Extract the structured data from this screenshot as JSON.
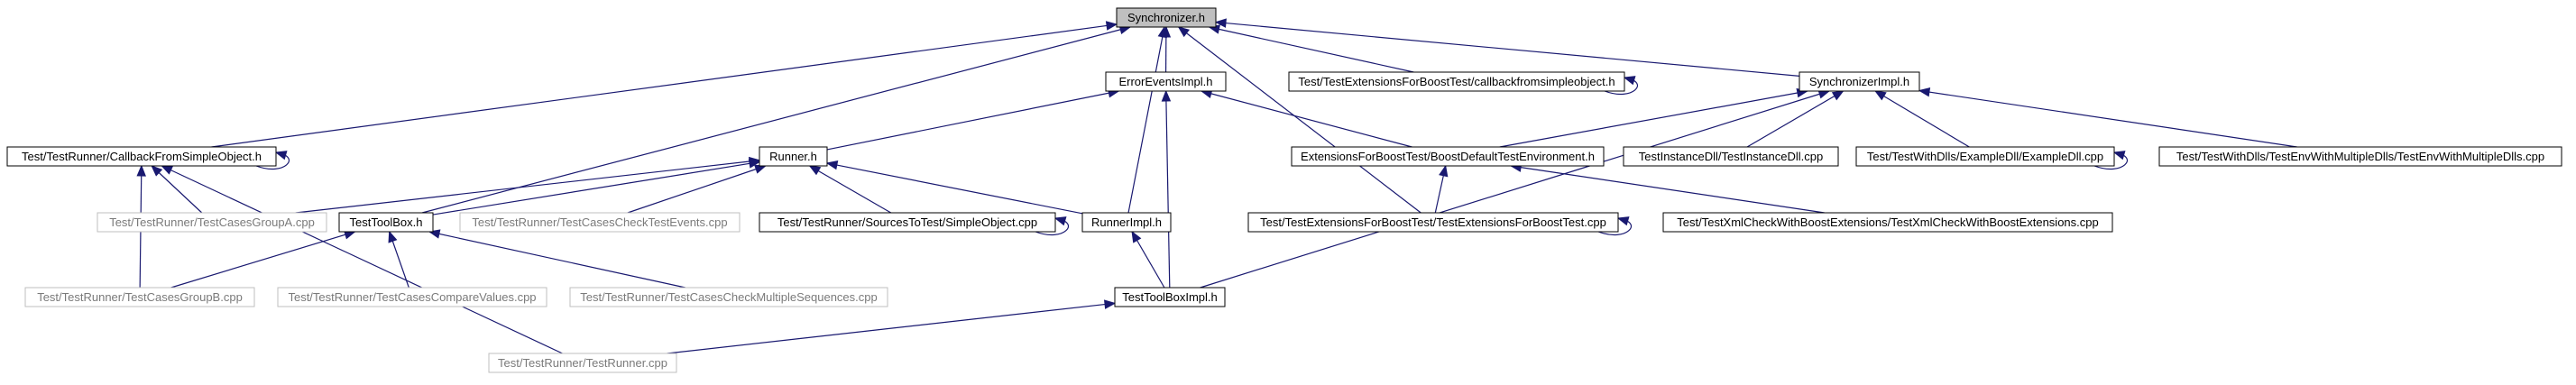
{
  "diagram": {
    "nodes": [
      {
        "id": "sync",
        "label": "Synchronizer.h",
        "style": "root"
      },
      {
        "id": "errevents",
        "label": "ErrorEventsImpl.h",
        "style": "normal"
      },
      {
        "id": "cbobj",
        "label": "Test/TestExtensionsForBoostTest/callbackfromsimpleobject.h",
        "style": "normal"
      },
      {
        "id": "syncimpl",
        "label": "SynchronizerImpl.h",
        "style": "normal"
      },
      {
        "id": "cbsimple",
        "label": "Test/TestRunner/CallbackFromSimpleObject.h",
        "style": "normal"
      },
      {
        "id": "runner",
        "label": "Runner.h",
        "style": "normal"
      },
      {
        "id": "boostenv",
        "label": "ExtensionsForBoostTest/BoostDefaultTestEnvironment.h",
        "style": "normal"
      },
      {
        "id": "instdll",
        "label": "TestInstanceDll/TestInstanceDll.cpp",
        "style": "normal"
      },
      {
        "id": "exdll",
        "label": "Test/TestWithDlls/ExampleDll/ExampleDll.cpp",
        "style": "normal"
      },
      {
        "id": "envmulti",
        "label": "Test/TestWithDlls/TestEnvWithMultipleDlls/TestEnvWithMultipleDlls.cpp",
        "style": "normal"
      },
      {
        "id": "groupA",
        "label": "Test/TestRunner/TestCasesGroupA.cpp",
        "style": "leaf"
      },
      {
        "id": "toolbox",
        "label": "TestToolBox.h",
        "style": "normal"
      },
      {
        "id": "checkevents",
        "label": "Test/TestRunner/TestCasesCheckTestEvents.cpp",
        "style": "leaf"
      },
      {
        "id": "simpleobj",
        "label": "Test/TestRunner/SourcesToTest/SimpleObject.cpp",
        "style": "normal"
      },
      {
        "id": "runnerimpl",
        "label": "RunnerImpl.h",
        "style": "normal"
      },
      {
        "id": "extboost",
        "label": "Test/TestExtensionsForBoostTest/TestExtensionsForBoostTest.cpp",
        "style": "normal"
      },
      {
        "id": "xmlcheck",
        "label": "Test/TestXmlCheckWithBoostExtensions/TestXmlCheckWithBoostExtensions.cpp",
        "style": "normal"
      },
      {
        "id": "groupB",
        "label": "Test/TestRunner/TestCasesGroupB.cpp",
        "style": "leaf"
      },
      {
        "id": "compare",
        "label": "Test/TestRunner/TestCasesCompareValues.cpp",
        "style": "leaf"
      },
      {
        "id": "multiseq",
        "label": "Test/TestRunner/TestCasesCheckMultipleSequences.cpp",
        "style": "leaf"
      },
      {
        "id": "toolboximpl",
        "label": "TestToolBoxImpl.h",
        "style": "normal"
      },
      {
        "id": "testrunner",
        "label": "Test/TestRunner/TestRunner.cpp",
        "style": "leaf"
      }
    ],
    "edges": [
      {
        "from": "errevents",
        "to": "sync"
      },
      {
        "from": "cbobj",
        "to": "sync"
      },
      {
        "from": "syncimpl",
        "to": "sync"
      },
      {
        "from": "cbsimple",
        "to": "sync"
      },
      {
        "from": "toolbox",
        "to": "sync"
      },
      {
        "from": "runnerimpl",
        "to": "sync"
      },
      {
        "from": "extboost",
        "to": "sync"
      },
      {
        "from": "runner",
        "to": "errevents"
      },
      {
        "from": "boostenv",
        "to": "errevents"
      },
      {
        "from": "toolboximpl",
        "to": "errevents"
      },
      {
        "from": "cbobj",
        "to": "cbobj"
      },
      {
        "from": "boostenv",
        "to": "syncimpl"
      },
      {
        "from": "instdll",
        "to": "syncimpl"
      },
      {
        "from": "exdll",
        "to": "syncimpl"
      },
      {
        "from": "envmulti",
        "to": "syncimpl"
      },
      {
        "from": "toolboximpl",
        "to": "syncimpl"
      },
      {
        "from": "cbsimple",
        "to": "cbsimple"
      },
      {
        "from": "groupA",
        "to": "cbsimple"
      },
      {
        "from": "groupB",
        "to": "cbsimple"
      },
      {
        "from": "testrunner",
        "to": "cbsimple"
      },
      {
        "from": "groupA",
        "to": "runner"
      },
      {
        "from": "toolbox",
        "to": "runner"
      },
      {
        "from": "checkevents",
        "to": "runner"
      },
      {
        "from": "simpleobj",
        "to": "runner"
      },
      {
        "from": "runnerimpl",
        "to": "runner"
      },
      {
        "from": "extboost",
        "to": "boostenv"
      },
      {
        "from": "xmlcheck",
        "to": "boostenv"
      },
      {
        "from": "exdll",
        "to": "exdll"
      },
      {
        "from": "groupB",
        "to": "toolbox"
      },
      {
        "from": "compare",
        "to": "toolbox"
      },
      {
        "from": "multiseq",
        "to": "toolbox"
      },
      {
        "from": "simpleobj",
        "to": "simpleobj"
      },
      {
        "from": "toolboximpl",
        "to": "runnerimpl"
      },
      {
        "from": "extboost",
        "to": "extboost"
      },
      {
        "from": "testrunner",
        "to": "toolboximpl"
      }
    ]
  },
  "colors": {
    "edge": "#191970",
    "root_fill": "#bfbfbf",
    "leaf_border": "#bfbfbf",
    "node_border": "#000000"
  }
}
